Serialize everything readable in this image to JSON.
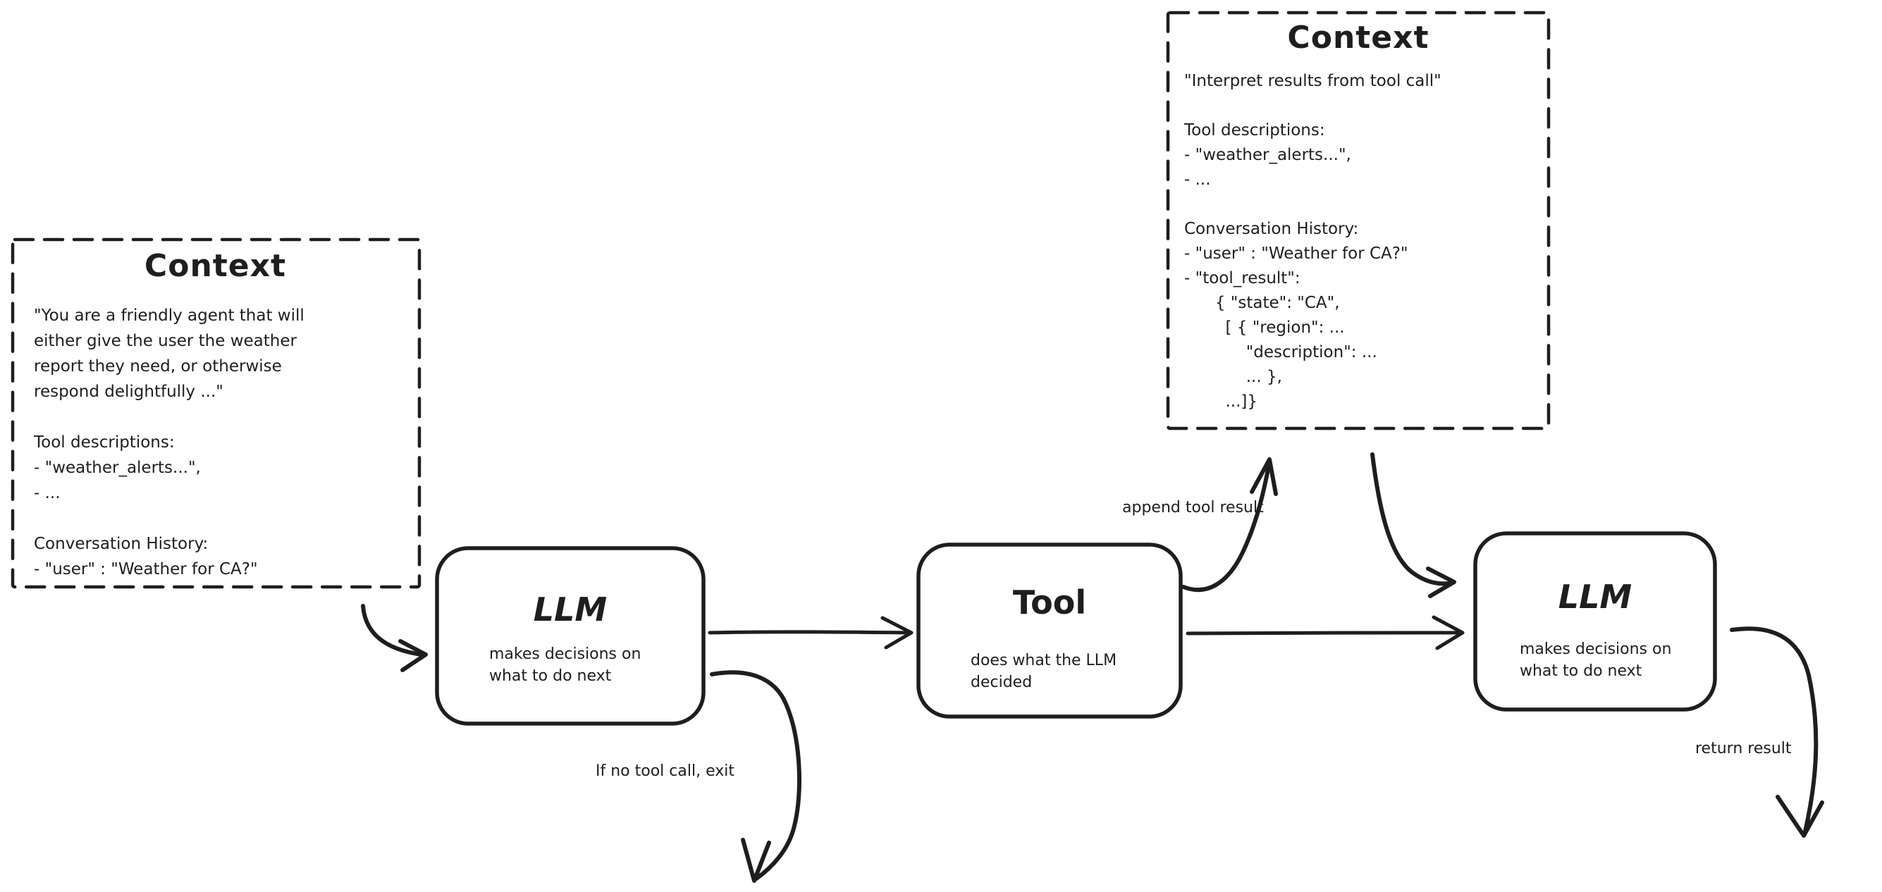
{
  "context_left": {
    "title": "Context",
    "body": [
      "\"You are a friendly agent that will",
      "either give the user the weather",
      "report they need, or otherwise",
      "respond delightfully ...\"",
      "",
      "Tool descriptions:",
      "- \"weather_alerts...\",",
      "- ...",
      "",
      "Conversation History:",
      "- \"user\" : \"Weather for CA?\""
    ]
  },
  "context_right": {
    "title": "Context",
    "body": [
      "\"Interpret results from tool call\"",
      "",
      "Tool descriptions:",
      "- \"weather_alerts...\",",
      "- ...",
      "",
      "Conversation History:",
      "- \"user\" : \"Weather for CA?\"",
      "- \"tool_result\":",
      "      { \"state\": \"CA\",",
      "        [ { \"region\": ...",
      "            \"description\": ...",
      "            ... },",
      "        ...]}"
    ]
  },
  "llm_1": {
    "title": "LLM",
    "subtitle": "makes decisions on\nwhat to do next"
  },
  "tool": {
    "title": "Tool",
    "subtitle": "does what the LLM\ndecided"
  },
  "llm_2": {
    "title": "LLM",
    "subtitle": "makes decisions on\nwhat to do next"
  },
  "labels": {
    "append_tool_result": "append tool result",
    "if_no_tool_call": "If no tool call, exit",
    "return_result": "return result"
  },
  "colors": {
    "stroke": "#1e1e1e",
    "background": "#ffffff"
  }
}
